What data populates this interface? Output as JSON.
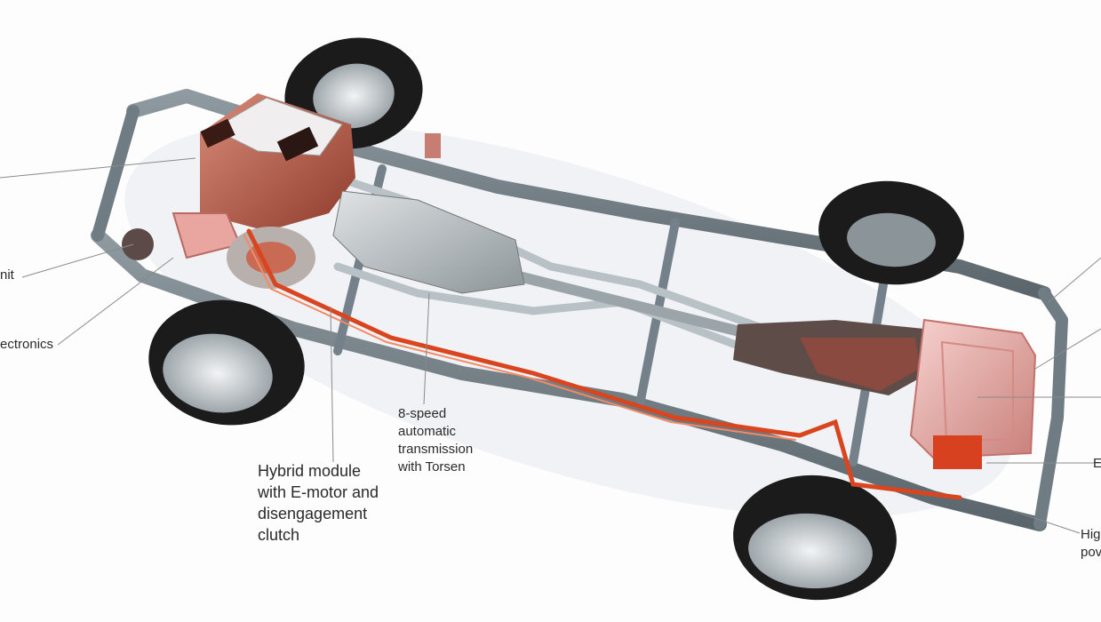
{
  "labels": {
    "unit_fragment": "nit",
    "electronics_fragment": "ectronics",
    "transmission": [
      "8-speed",
      "automatic",
      "transmission",
      "with Torsen"
    ],
    "hybrid_module": [
      "Hybrid module",
      "with E-motor and",
      "disengagement",
      "clutch"
    ],
    "right_b_fragment": "E",
    "right_hv_fragment": [
      "Hig",
      "pov"
    ]
  },
  "colors": {
    "frame": "#6f7c83",
    "tire": "#1b1b1b",
    "rim": "#c9cfd3",
    "engine_red": "#b5503a",
    "battery_pink": "#e9b2ad",
    "cable": "#d9451f",
    "skid_plate": "#8a4a3f",
    "leader_line": "#8a8a8a"
  }
}
